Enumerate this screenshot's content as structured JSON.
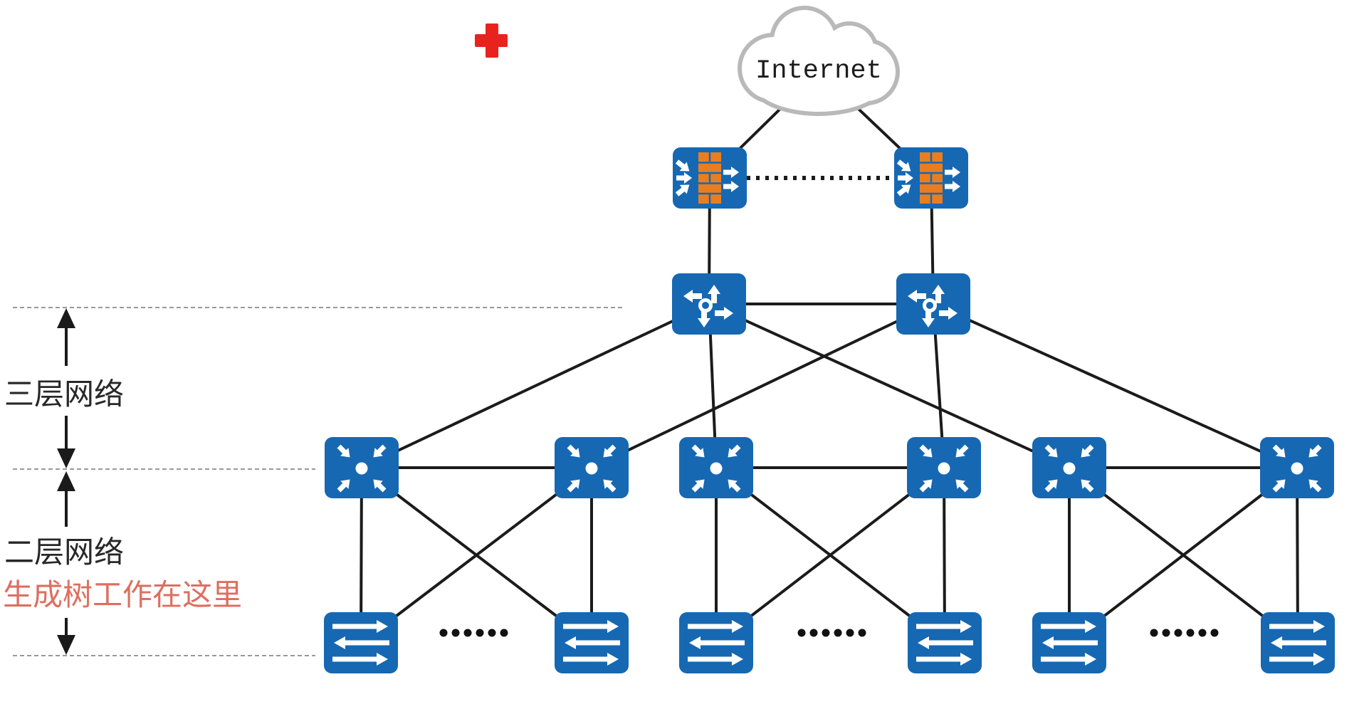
{
  "diagram": {
    "internet_label": "Internet",
    "layer3_label": "三层网络",
    "layer2_label": "二层网络",
    "spanning_tree_note": "生成树工作在这里",
    "ellipsis": "......"
  },
  "colors": {
    "node_blue": "#1668b3",
    "firewall_brick_orange": "#e87e21",
    "link_black": "#1b1b1b",
    "guide_dash_gray": "#999999",
    "cloud_outline_gray": "#b9b9b9",
    "red_cross_marker": "#e8231d",
    "spanning_tree_note_red": "#dd6f5f",
    "label_black": "#282828"
  },
  "nodes": [
    {
      "id": "internet-cloud",
      "type": "cloud",
      "icon": "cloud-icon",
      "label": "Internet"
    },
    {
      "id": "firewall-1",
      "type": "firewall",
      "icon": "firewall-icon"
    },
    {
      "id": "firewall-2",
      "type": "firewall",
      "icon": "firewall-icon"
    },
    {
      "id": "core-router-1",
      "type": "core-router",
      "icon": "router-icon"
    },
    {
      "id": "core-router-2",
      "type": "core-router",
      "icon": "router-icon"
    },
    {
      "id": "agg-switch-1",
      "type": "aggregation-switch",
      "icon": "aggregation-switch-icon"
    },
    {
      "id": "agg-switch-2",
      "type": "aggregation-switch",
      "icon": "aggregation-switch-icon"
    },
    {
      "id": "agg-switch-3",
      "type": "aggregation-switch",
      "icon": "aggregation-switch-icon"
    },
    {
      "id": "agg-switch-4",
      "type": "aggregation-switch",
      "icon": "aggregation-switch-icon"
    },
    {
      "id": "agg-switch-5",
      "type": "aggregation-switch",
      "icon": "aggregation-switch-icon"
    },
    {
      "id": "agg-switch-6",
      "type": "aggregation-switch",
      "icon": "aggregation-switch-icon"
    },
    {
      "id": "access-switch-1",
      "type": "access-switch",
      "icon": "access-switch-icon"
    },
    {
      "id": "access-switch-2",
      "type": "access-switch",
      "icon": "access-switch-icon"
    },
    {
      "id": "access-switch-3",
      "type": "access-switch",
      "icon": "access-switch-icon"
    },
    {
      "id": "access-switch-4",
      "type": "access-switch",
      "icon": "access-switch-icon"
    },
    {
      "id": "access-switch-5",
      "type": "access-switch",
      "icon": "access-switch-icon"
    },
    {
      "id": "access-switch-6",
      "type": "access-switch",
      "icon": "access-switch-icon"
    }
  ],
  "links": [
    {
      "from": "internet-cloud",
      "to": "firewall-1"
    },
    {
      "from": "internet-cloud",
      "to": "firewall-2"
    },
    {
      "from": "firewall-1",
      "to": "firewall-2",
      "style": "dotted"
    },
    {
      "from": "firewall-1",
      "to": "core-router-1"
    },
    {
      "from": "firewall-2",
      "to": "core-router-2"
    },
    {
      "from": "core-router-1",
      "to": "core-router-2"
    },
    {
      "from": "core-router-1",
      "to": "agg-switch-1"
    },
    {
      "from": "core-router-1",
      "to": "agg-switch-3"
    },
    {
      "from": "core-router-1",
      "to": "agg-switch-5"
    },
    {
      "from": "core-router-2",
      "to": "agg-switch-2"
    },
    {
      "from": "core-router-2",
      "to": "agg-switch-4"
    },
    {
      "from": "core-router-2",
      "to": "agg-switch-6"
    },
    {
      "from": "agg-switch-1",
      "to": "agg-switch-2"
    },
    {
      "from": "agg-switch-3",
      "to": "agg-switch-4"
    },
    {
      "from": "agg-switch-5",
      "to": "agg-switch-6"
    },
    {
      "from": "agg-switch-1",
      "to": "access-switch-1"
    },
    {
      "from": "agg-switch-1",
      "to": "access-switch-2"
    },
    {
      "from": "agg-switch-2",
      "to": "access-switch-1"
    },
    {
      "from": "agg-switch-2",
      "to": "access-switch-2"
    },
    {
      "from": "agg-switch-3",
      "to": "access-switch-3"
    },
    {
      "from": "agg-switch-3",
      "to": "access-switch-4"
    },
    {
      "from": "agg-switch-4",
      "to": "access-switch-3"
    },
    {
      "from": "agg-switch-4",
      "to": "access-switch-4"
    },
    {
      "from": "agg-switch-5",
      "to": "access-switch-5"
    },
    {
      "from": "agg-switch-5",
      "to": "access-switch-6"
    },
    {
      "from": "agg-switch-6",
      "to": "access-switch-5"
    },
    {
      "from": "agg-switch-6",
      "to": "access-switch-6"
    }
  ]
}
